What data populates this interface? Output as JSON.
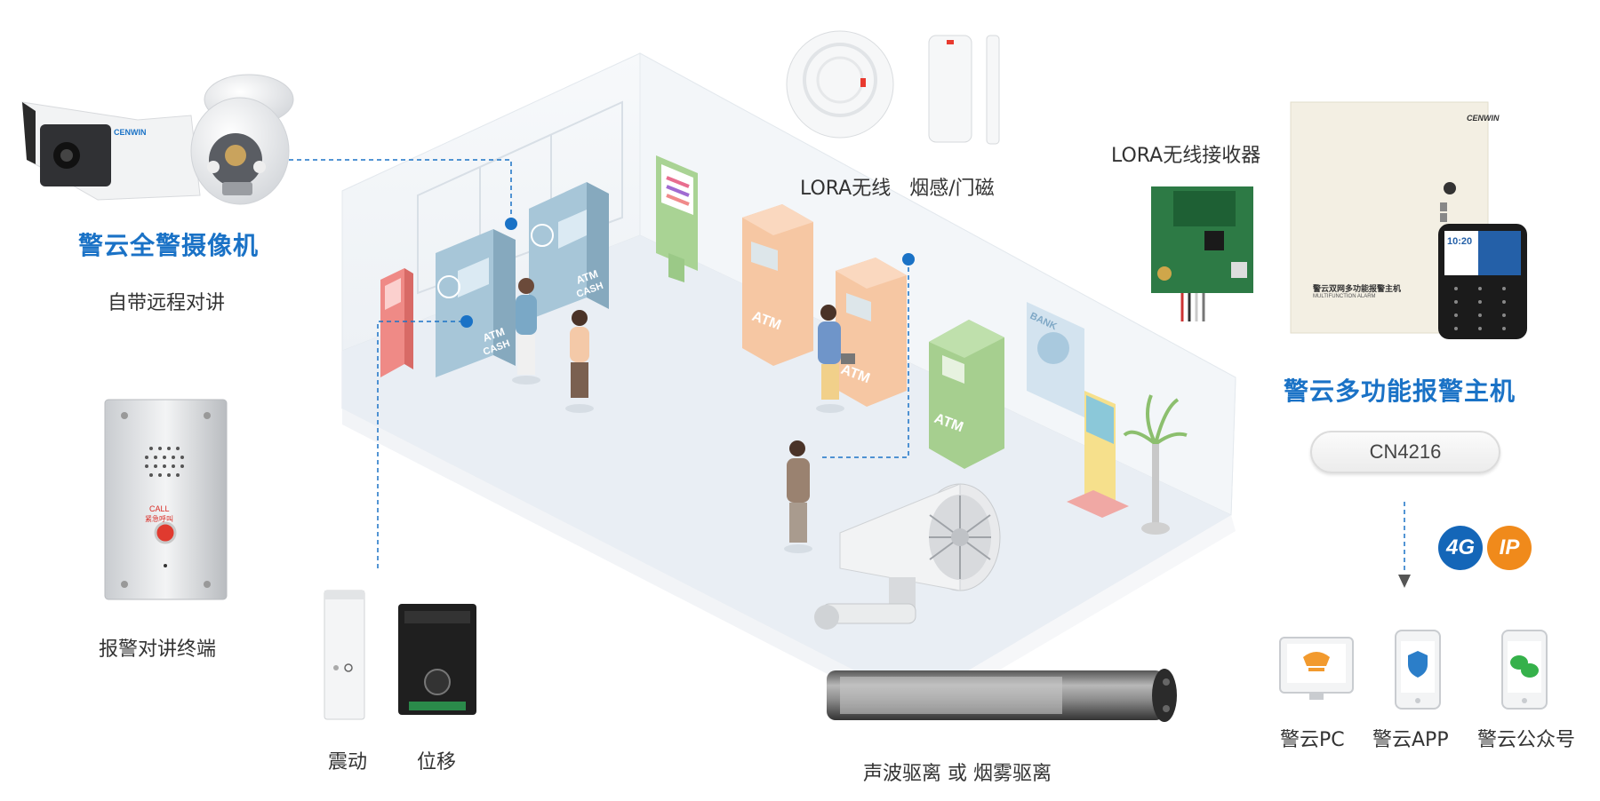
{
  "devices": {
    "camera": {
      "title": "警云全警摄像机",
      "subtitle": "自带远程对讲"
    },
    "intercom": {
      "label": "报警对讲终端",
      "call_text": "CALL",
      "call_sub": "紧急呼叫"
    },
    "sensors": {
      "vibration": "震动",
      "displacement": "位移"
    },
    "smoke": {
      "label": "LORA无线   烟感/门磁"
    },
    "deterrent": {
      "label": "声波驱离 或 烟雾驱离"
    },
    "receiver": {
      "label": "LORA无线接收器"
    },
    "host": {
      "title": "警云多功能报警主机",
      "model": "CN4216",
      "panel_text": "警云双网多功能报警主机",
      "panel_sub": "MULTIFUNCTION ALARM",
      "brand": "CENWIN",
      "time": "10:20"
    }
  },
  "network": {
    "badge_4g": "4G",
    "badge_ip": "IP"
  },
  "clients": [
    {
      "label": "警云PC"
    },
    {
      "label": "警云APP"
    },
    {
      "label": "警云公众号"
    }
  ],
  "atm_text": "ATM",
  "cash_text": "CASH",
  "bank_text": "BANK",
  "colors": {
    "accent": "#1a72c6",
    "dashed_line": "#1a72c6",
    "text": "#333333"
  }
}
